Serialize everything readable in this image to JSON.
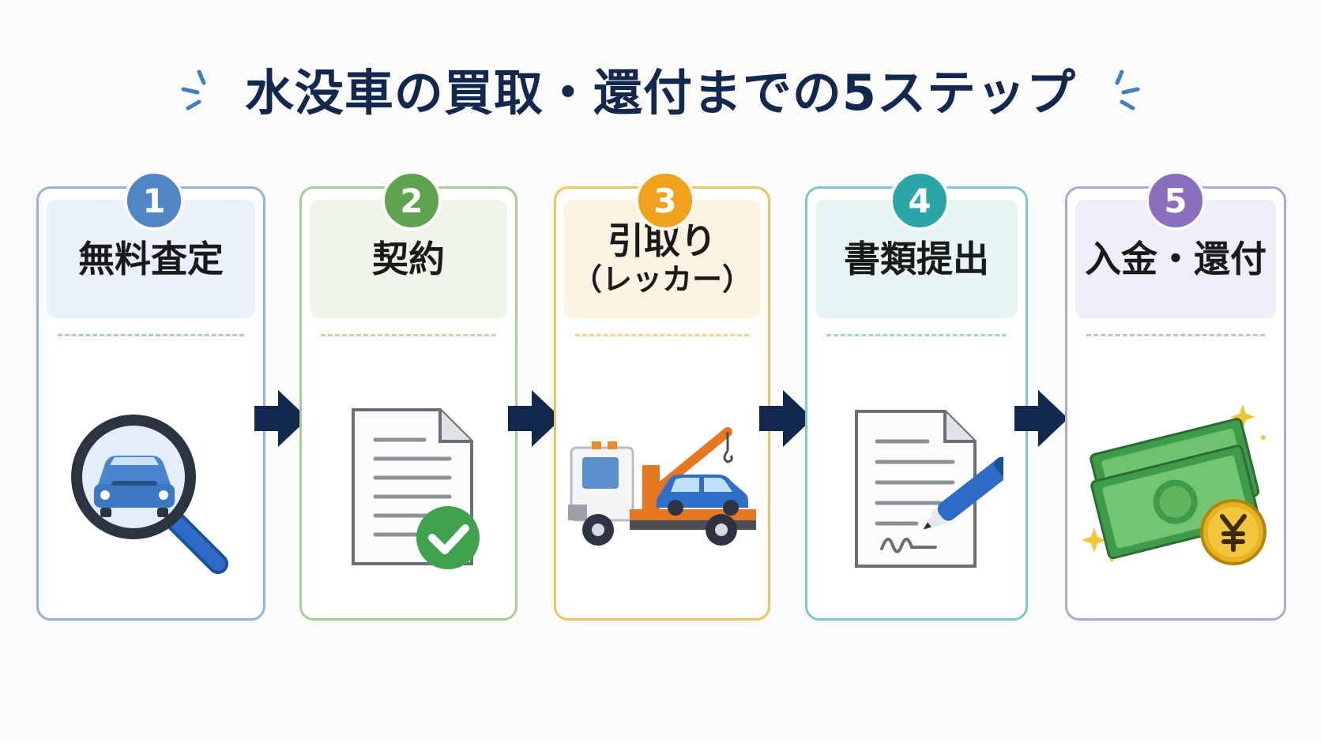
{
  "title": "水没車の買取・還付までの5ステップ",
  "steps": [
    {
      "number": "1",
      "label": "無料査定",
      "sublabel": "",
      "color": "#4f86c6",
      "bg": "#eaf1fb",
      "icon": "magnifier-car-icon"
    },
    {
      "number": "2",
      "label": "契約",
      "sublabel": "",
      "color": "#5fa34f",
      "bg": "#eef5e8",
      "icon": "document-check-icon"
    },
    {
      "number": "3",
      "label": "引取り",
      "sublabel": "（レッカー）",
      "color": "#f0a21c",
      "bg": "#fdf3e3",
      "icon": "tow-truck-icon"
    },
    {
      "number": "4",
      "label": "書類提出",
      "sublabel": "",
      "color": "#2aa5a8",
      "bg": "#e6f4f4",
      "icon": "document-pen-icon"
    },
    {
      "number": "5",
      "label": "入金・還付",
      "sublabel": "",
      "color": "#8a6fbf",
      "bg": "#f1edf8",
      "icon": "money-yen-icon"
    }
  ],
  "colors": {
    "title": "#13284f",
    "arrow": "#13284f"
  }
}
